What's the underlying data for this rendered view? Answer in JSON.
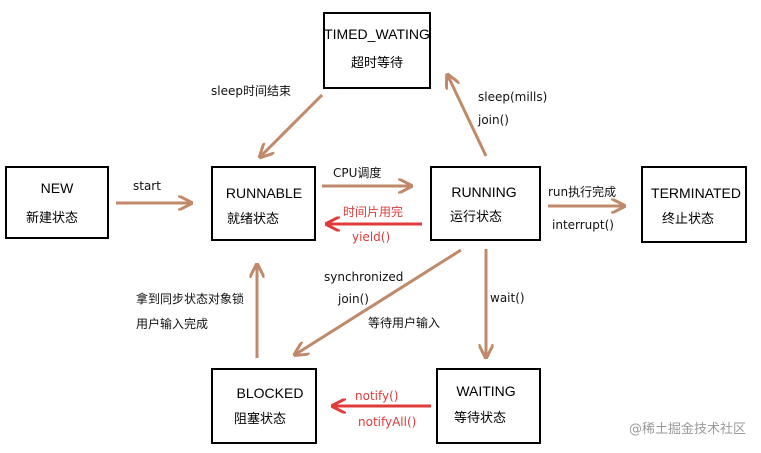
{
  "states": {
    "new": {
      "en": "NEW",
      "cn": "新建状态"
    },
    "runnable": {
      "en": "RUNNABLE",
      "cn": "就绪状态"
    },
    "running": {
      "en": "RUNNING",
      "cn": "运行状态"
    },
    "terminated": {
      "en": "TERMINATED",
      "cn": "终止状态"
    },
    "timed_waiting": {
      "en": "TIMED_WATING",
      "cn": "超时等待"
    },
    "waiting": {
      "en": "WAITING",
      "cn": "等待状态"
    },
    "blocked": {
      "en": "BLOCKED",
      "cn": "阻塞状态"
    }
  },
  "edges": {
    "start": "start",
    "cpu_schedule": "CPU调度",
    "time_slice": "时间片用完",
    "yield": "yield()",
    "run_done": "run执行完成",
    "interrupt": "interrupt()",
    "sleep_mills": "sleep(mills)",
    "join1": "join()",
    "sleep_end": "sleep时间结束",
    "synchronized": "synchronized",
    "join2": "join()",
    "wait_input": "等待用户输入",
    "wait": "wait()",
    "notify": "notify()",
    "notify_all": "notifyAll()",
    "lock_acquired": "拿到同步状态对象锁",
    "input_done": "用户输入完成"
  },
  "watermark": "@稀土掘金技术社区",
  "colors": {
    "edge": "#c0896a",
    "edge_red": "#e03b3b",
    "box_border": "#000000"
  }
}
